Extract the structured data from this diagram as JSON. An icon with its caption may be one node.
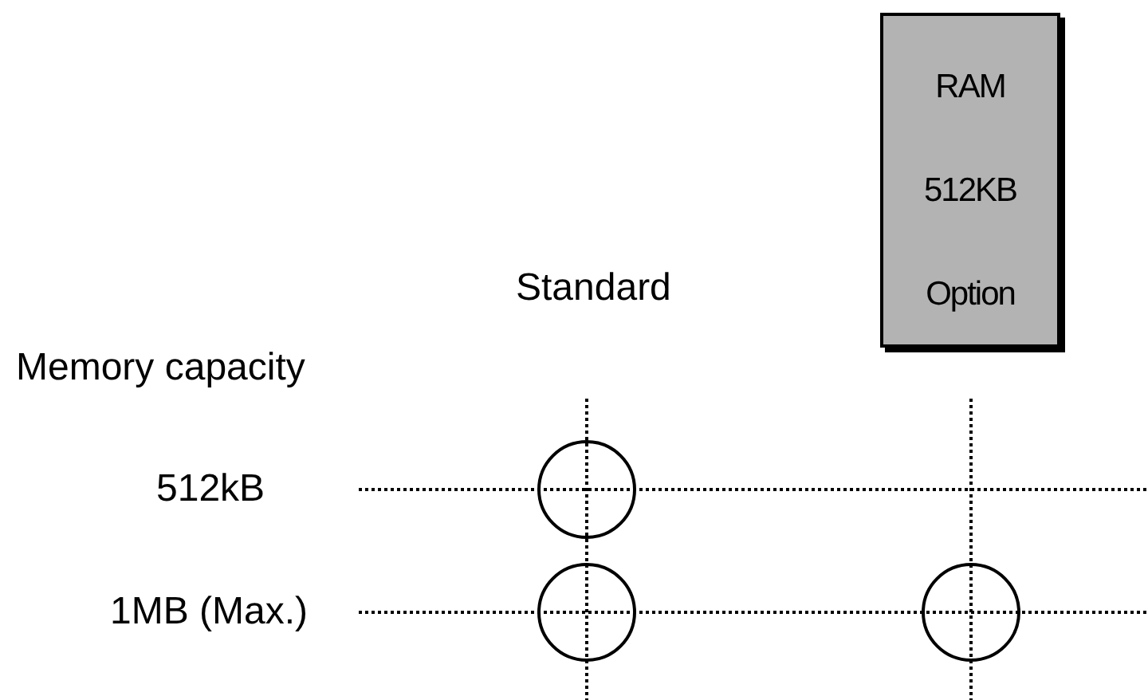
{
  "diagram": {
    "nodes": [
      {
        "text": [
          "RAM",
          "512KB",
          "Option"
        ]
      },
      {
        "text": [],
        "shape": "circle"
      },
      {
        "text": [],
        "shape": "circle"
      },
      {
        "text": [],
        "shape": "circle"
      }
    ],
    "labels": [
      "Standard",
      "Memory capacity",
      "512kB",
      "1MB (Max.)"
    ]
  }
}
